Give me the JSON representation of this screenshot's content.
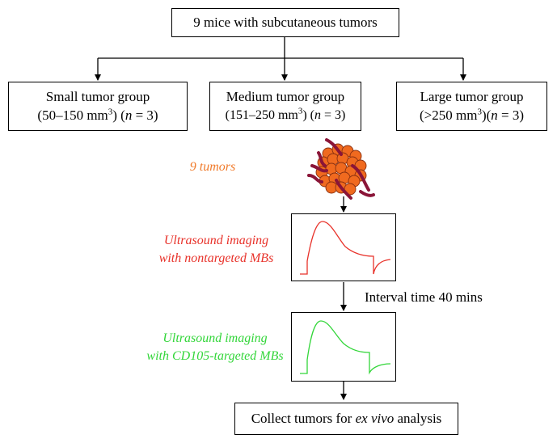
{
  "colors": {
    "orange": "#f07a2a",
    "red": "#e8322a",
    "green": "#33d63a",
    "vessel": "#8a1538",
    "tumor_fill": "#f06a1f"
  },
  "top": {
    "title": "9 mice with subcutaneous tumors"
  },
  "groups": [
    {
      "title": "Small tumor group",
      "range": "(50–150 mm",
      "exp": "3",
      "after": ") (",
      "n": "n",
      "count": " = 3)"
    },
    {
      "title": "Medium tumor group",
      "range": "(151–250 mm",
      "exp": "3",
      "after": ") (",
      "n": "n",
      "count": " = 3)"
    },
    {
      "title": "Large tumor group",
      "range": "(>250 mm",
      "exp": "3",
      "after": ")(",
      "n": "n",
      "count": " = 3)"
    }
  ],
  "tumor_label": "9 tumors",
  "step1": {
    "line1": "Ultrasound imaging",
    "line2": "with nontargeted MBs"
  },
  "interval": "Interval time 40 mins",
  "step2": {
    "line1": "Ultrasound imaging",
    "line2": "with CD105-targeted MBs"
  },
  "final": {
    "pre": "Collect tumors for ",
    "em": "ex vivo",
    "post": " analysis"
  }
}
